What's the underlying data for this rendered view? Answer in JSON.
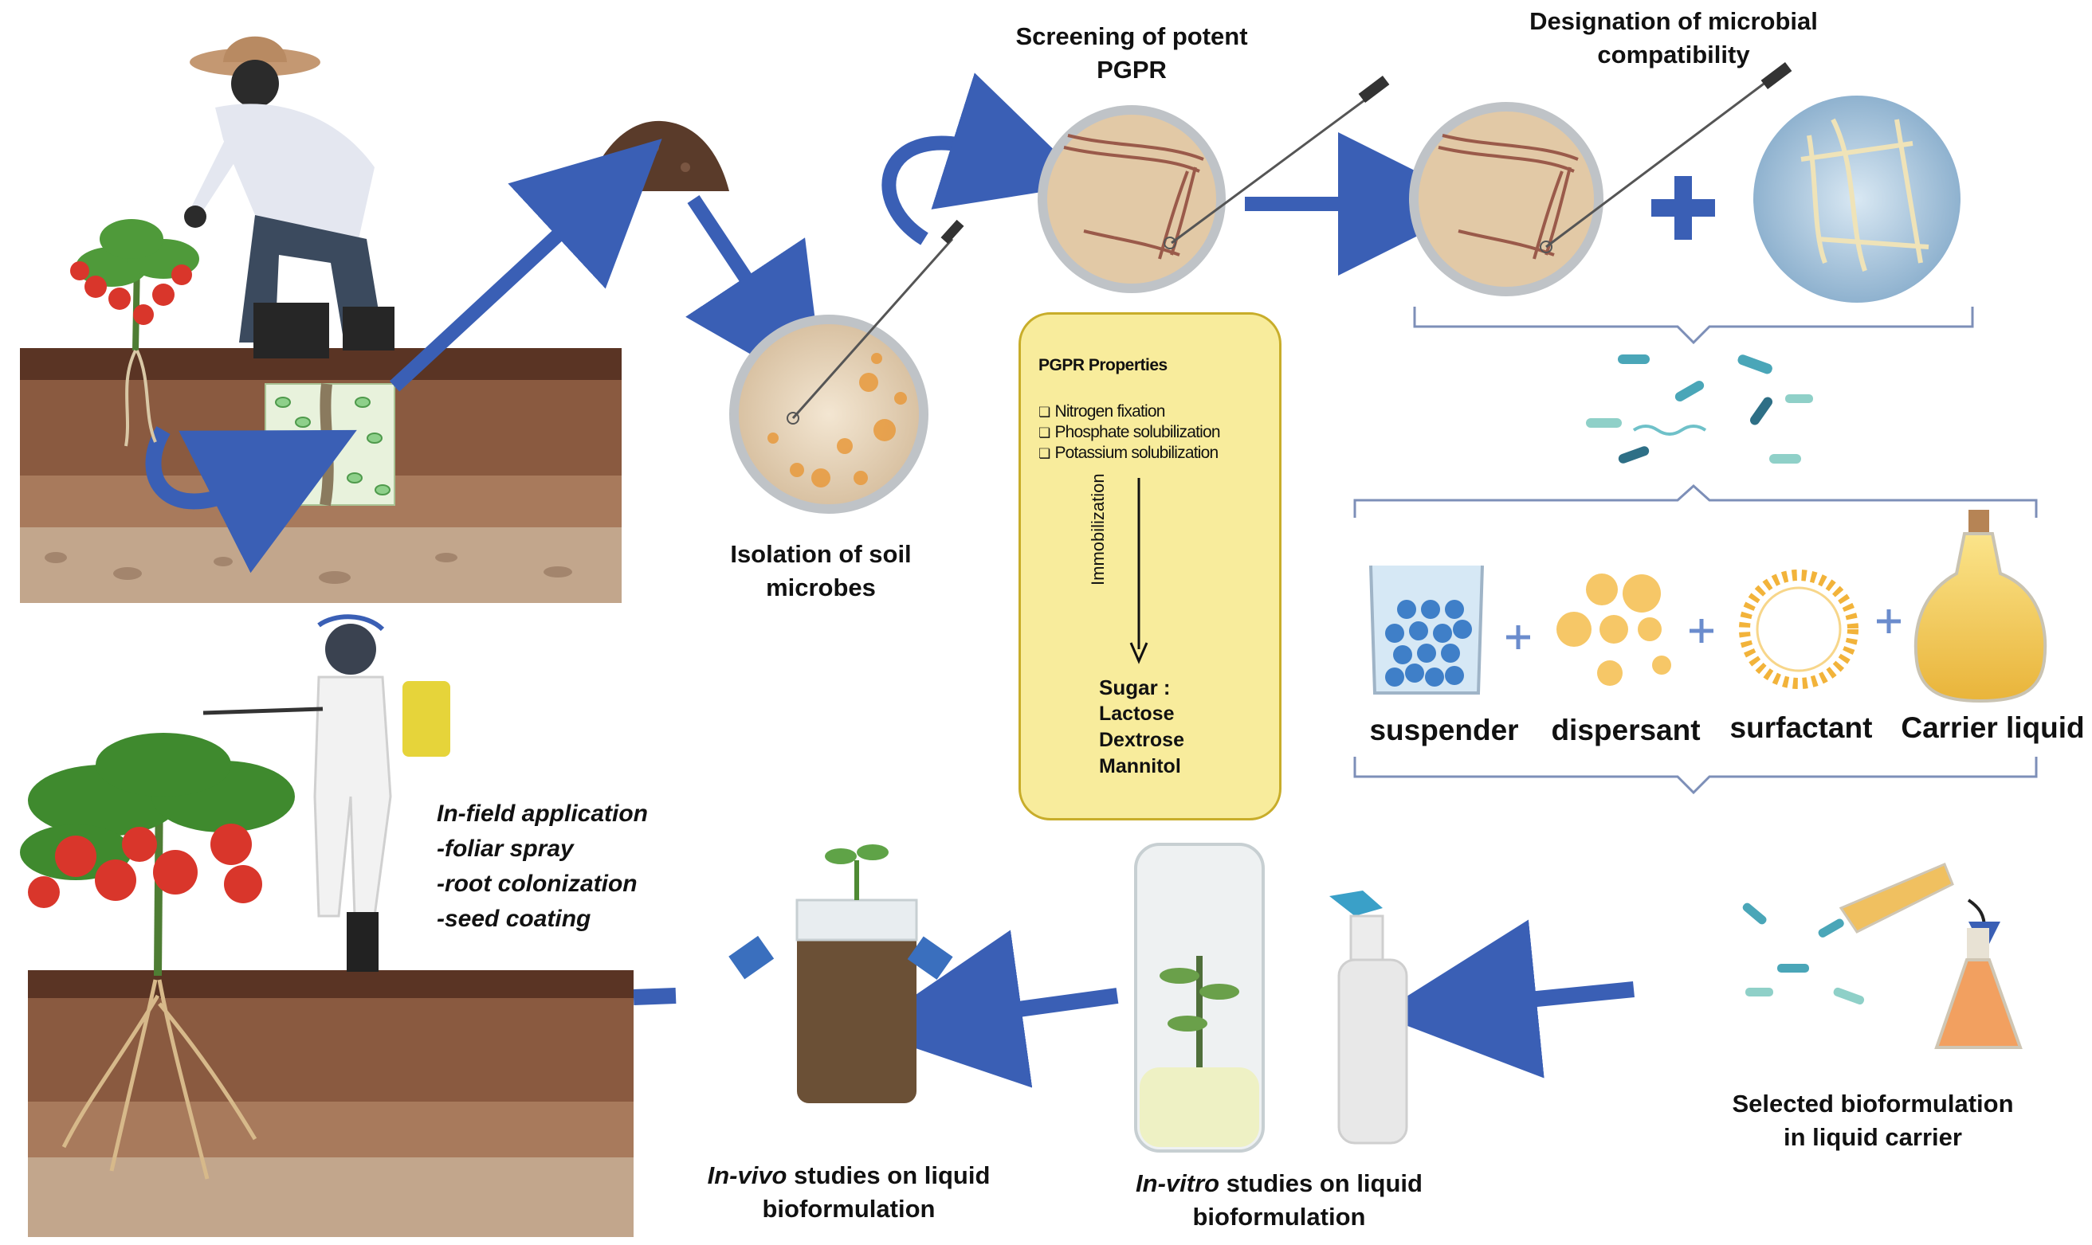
{
  "labels": {
    "screening": [
      "Screening of potent",
      "PGPR"
    ],
    "designation": [
      "Designation of microbial",
      "compatibility"
    ],
    "isolation": [
      "Isolation of soil",
      "microbes"
    ],
    "selected": [
      "Selected bioformulation",
      "in liquid carrier"
    ],
    "in_vitro": {
      "italic": "In-vitro",
      "rest": " studies on liquid",
      "line2": "bioformulation"
    },
    "in_vivo": {
      "italic": "In-vivo",
      "rest": " studies on liquid",
      "line2": "bioformulation"
    }
  },
  "pgpr_box": {
    "title": "PGPR Properties",
    "properties": [
      "Nitrogen fixation",
      "Phosphate solubilization",
      "Potassium solubilization"
    ],
    "process": "Immobilization",
    "sugar_title": "Sugar :",
    "sugars": [
      "Lactose",
      "Dextrose",
      "Mannitol"
    ]
  },
  "ingredients": [
    "suspender",
    "dispersant",
    "surfactant",
    "Carrier liquid"
  ],
  "in_field": {
    "title": "In-field application",
    "methods": [
      "-foliar spray",
      "-root colonization",
      "-seed coating"
    ]
  },
  "colors": {
    "arrow": "#3a5fb5",
    "box_fill": "#f8ec9c",
    "box_border": "#c8ad2a",
    "soil_top": "#5a3424",
    "soil_mid": "#8a5a40",
    "soil_low": "#b8967c",
    "bracket": "#7d8fb8"
  }
}
